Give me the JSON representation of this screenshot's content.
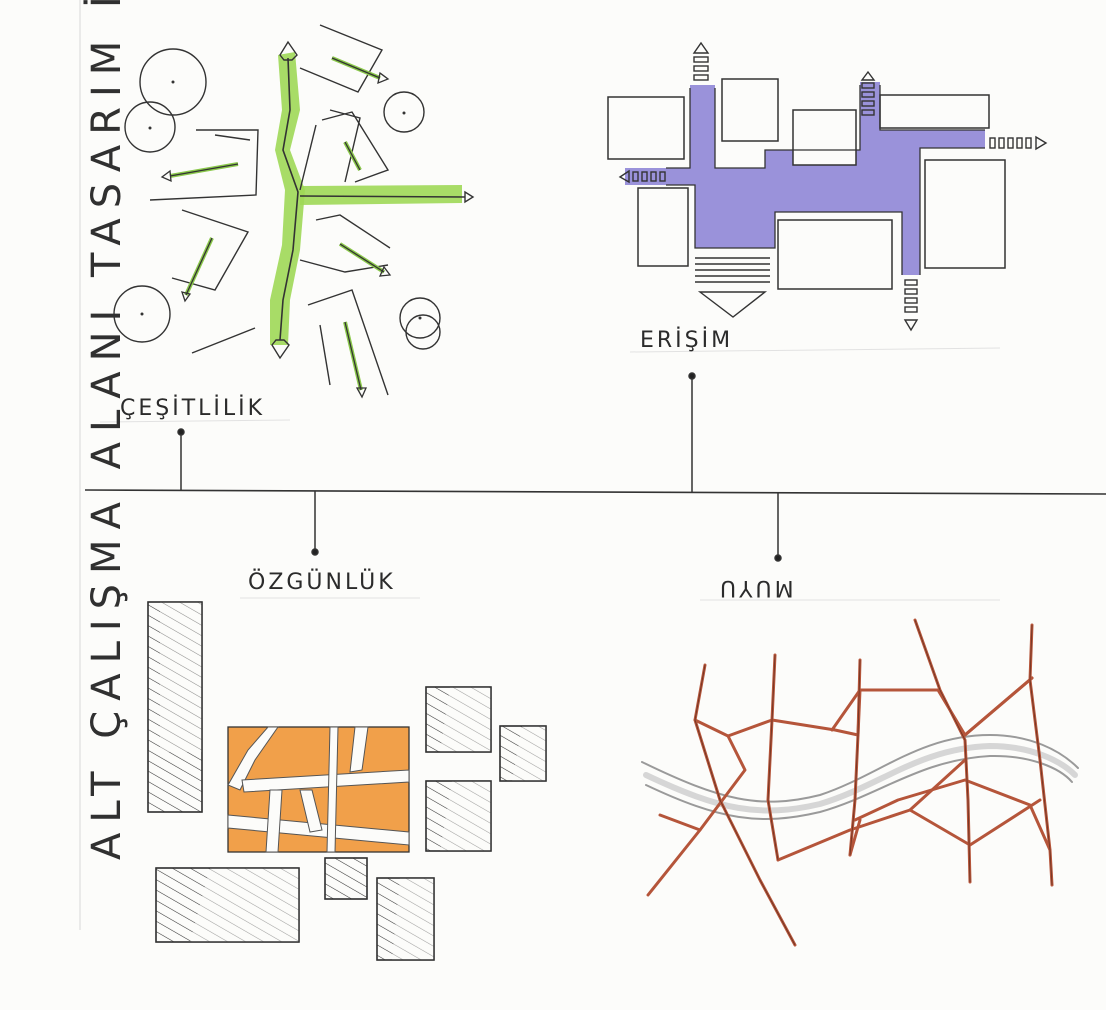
{
  "title_vertical": "ALT ÇALIŞMA ALANI TASARIM İLKELERİ",
  "principles": {
    "cesitlilik": "ÇEŞİTLİLİK",
    "erisim": "ERİŞİM",
    "ozgunluk": "ÖZGÜNLÜK",
    "uyum": "UYUM"
  },
  "colors": {
    "ink": "#2a2a2a",
    "green_marker": "#9ed856",
    "purple_marker": "#8f86d6",
    "orange_marker": "#f1a04a",
    "red_marker": "#b5553a",
    "grey_river": "#9a9a9a"
  }
}
